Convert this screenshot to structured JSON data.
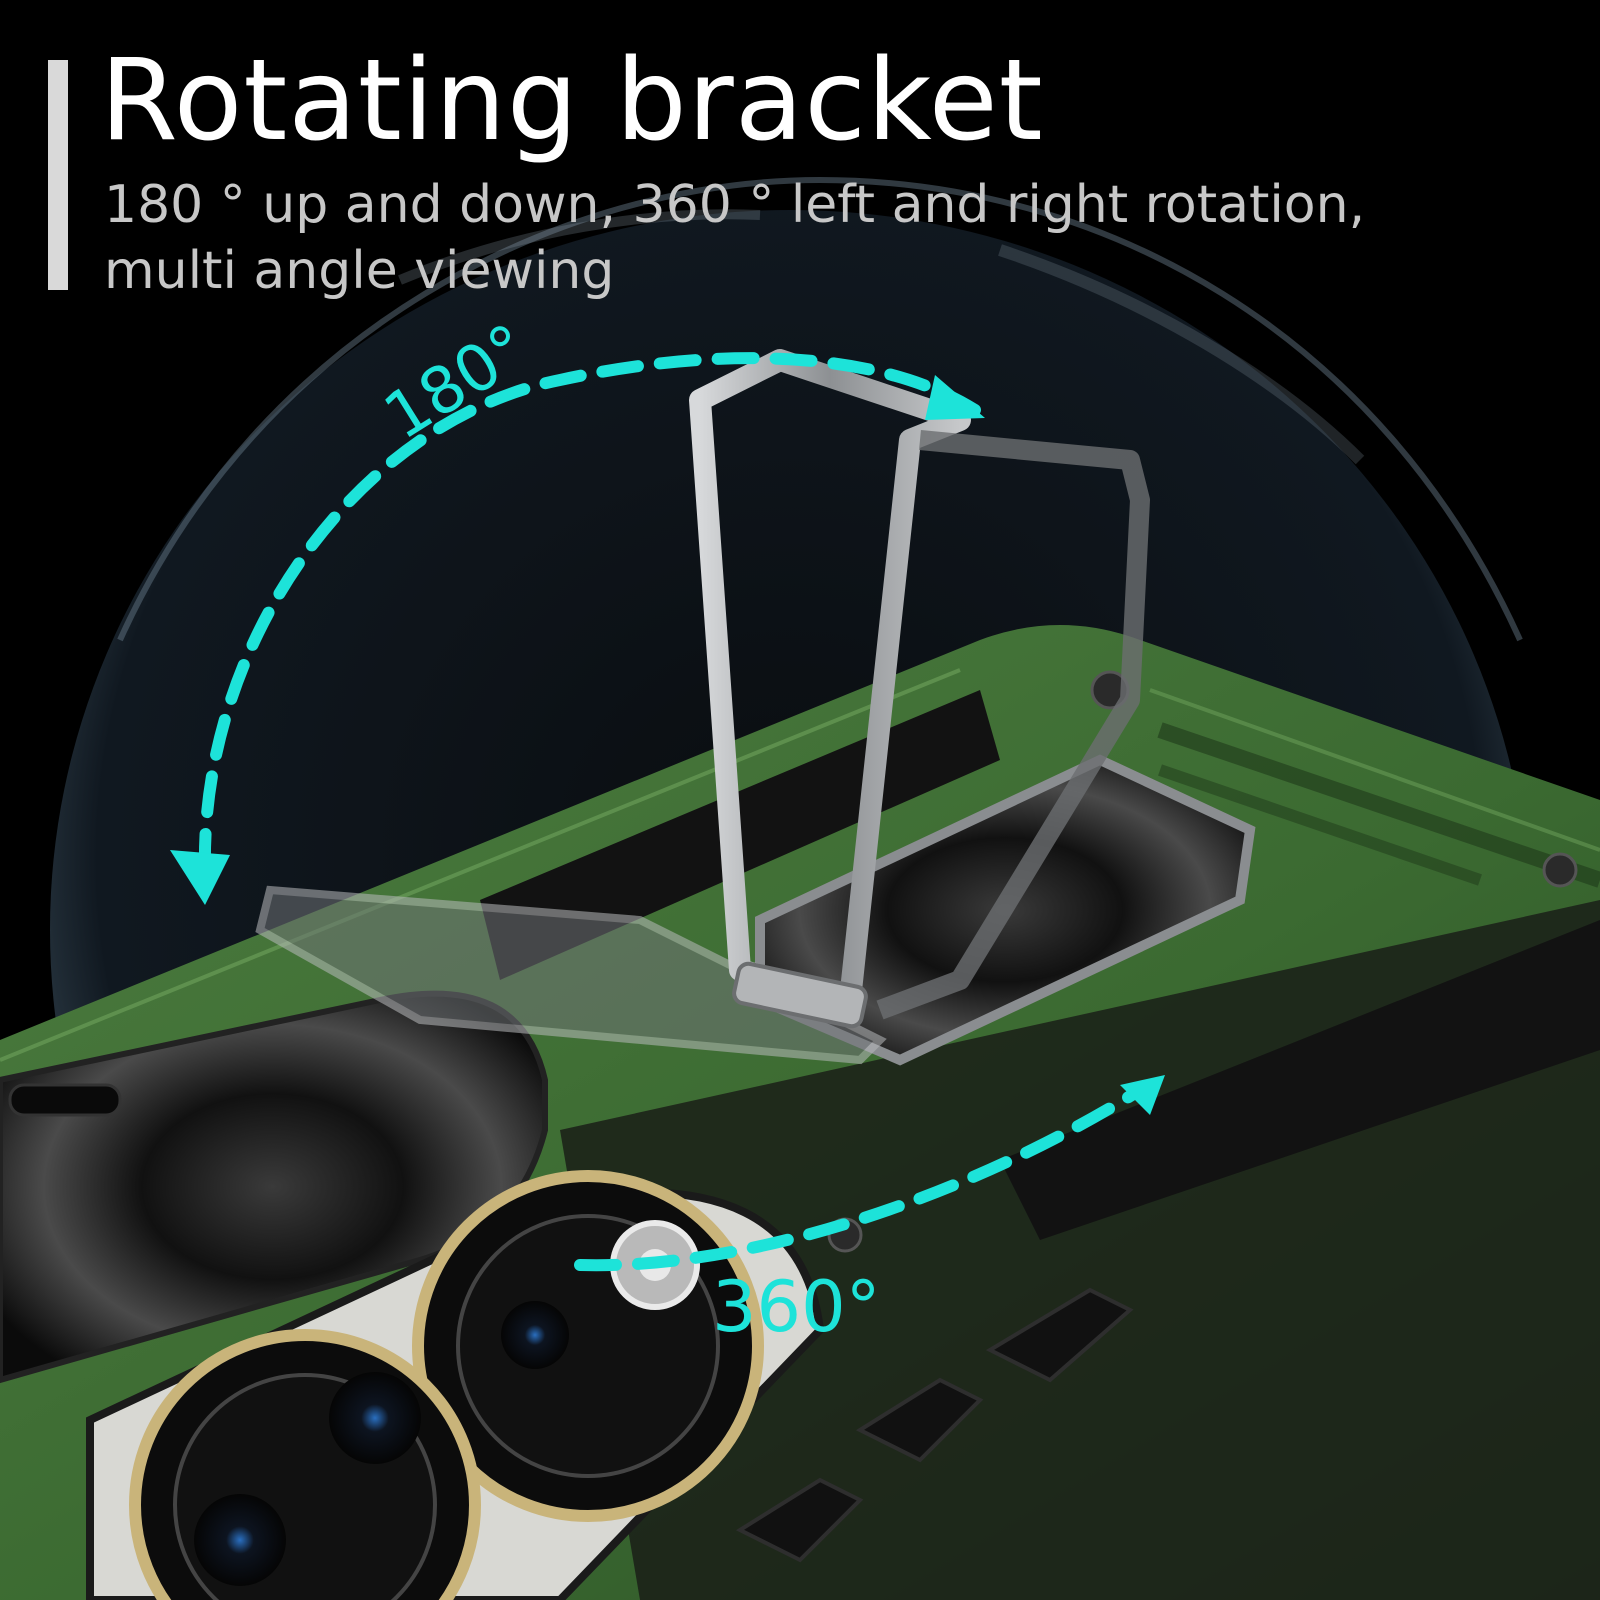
{
  "headline": "Rotating bracket",
  "subtitle": {
    "line1": "180 ° up and down, 360 ° left and right rotation,",
    "line2": "multi angle viewing"
  },
  "labels": {
    "vertical_rotation": "180°",
    "horizontal_rotation": "360°"
  },
  "colors": {
    "background": "#000000",
    "planet": "#2c3e4a",
    "case_green": "#3f6b34",
    "arrow_accent": "#1de3d9",
    "bracket_metal": "#a7a9ab",
    "headline_text": "#ffffff",
    "subtitle_text": "#c7c7c7"
  }
}
